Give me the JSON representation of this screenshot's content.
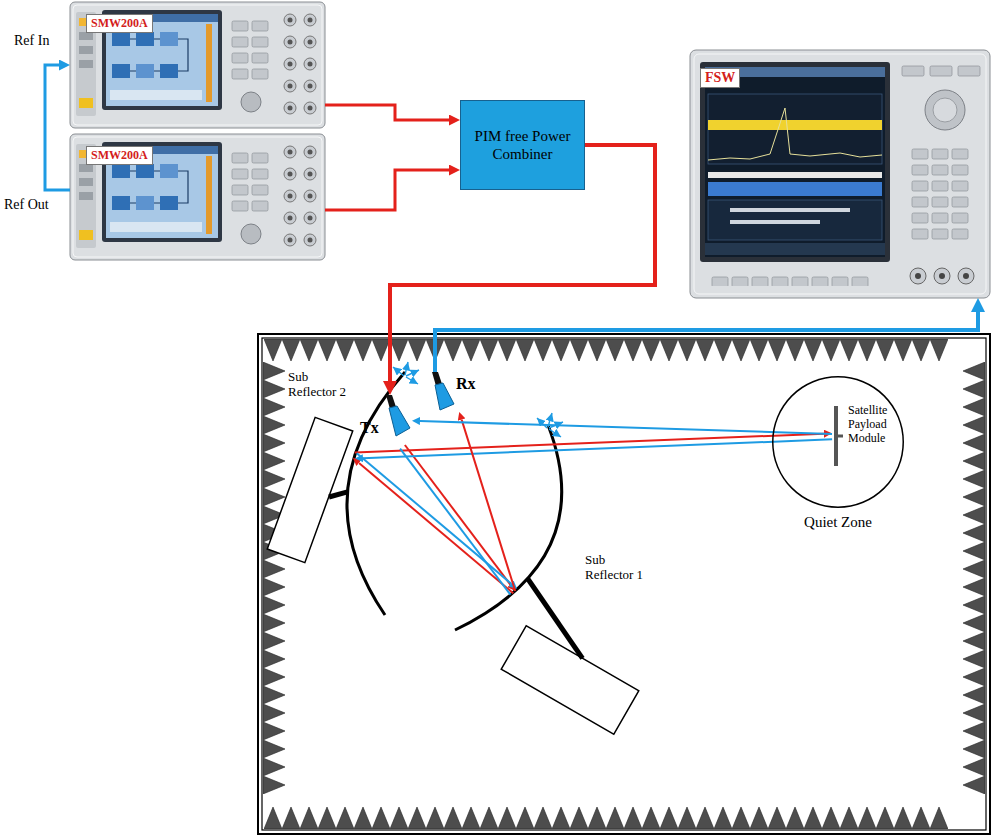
{
  "diagram": {
    "nodes": [
      {
        "text": [
          "SMW200A"
        ]
      },
      {
        "text": [
          "SMW200A"
        ]
      },
      {
        "text": [
          "PIM free Power Combiner"
        ]
      },
      {
        "text": [
          "FSW"
        ]
      },
      {
        "text": [
          "Tx"
        ]
      },
      {
        "text": [
          "Rx"
        ]
      },
      {
        "text": [
          "Sub Reflector 2"
        ]
      },
      {
        "text": [
          "Sub Reflector 1"
        ]
      },
      {
        "text": [
          "Quiet Zone"
        ]
      },
      {
        "text": [
          "Satellite Payload Module"
        ],
        "in": 8
      }
    ],
    "edges": [
      {
        "from": 1,
        "to": 0,
        "arrow": "to"
      },
      {
        "from": 0,
        "to": 2,
        "arrow": "to"
      },
      {
        "from": 1,
        "to": 2,
        "arrow": "to"
      },
      {
        "from": 2,
        "to": 4,
        "arrow": "to"
      },
      {
        "from": 5,
        "to": 3,
        "arrow": "to"
      },
      {
        "from": 4,
        "to": 7,
        "arrow": "to"
      },
      {
        "from": 7,
        "to": 6,
        "arrow": "to"
      },
      {
        "from": 6,
        "to": 9,
        "arrow": "to"
      },
      {
        "from": 9,
        "to": 6,
        "arrow": "to"
      },
      {
        "from": 6,
        "to": 7,
        "arrow": "to"
      },
      {
        "from": 7,
        "to": 5,
        "arrow": "to"
      },
      {
        "from": 9,
        "to": 4,
        "arrow": "to"
      },
      {
        "from": 4,
        "to": 7,
        "arrow": "none"
      }
    ],
    "labels": [
      "Ref In",
      "Ref Out"
    ]
  }
}
